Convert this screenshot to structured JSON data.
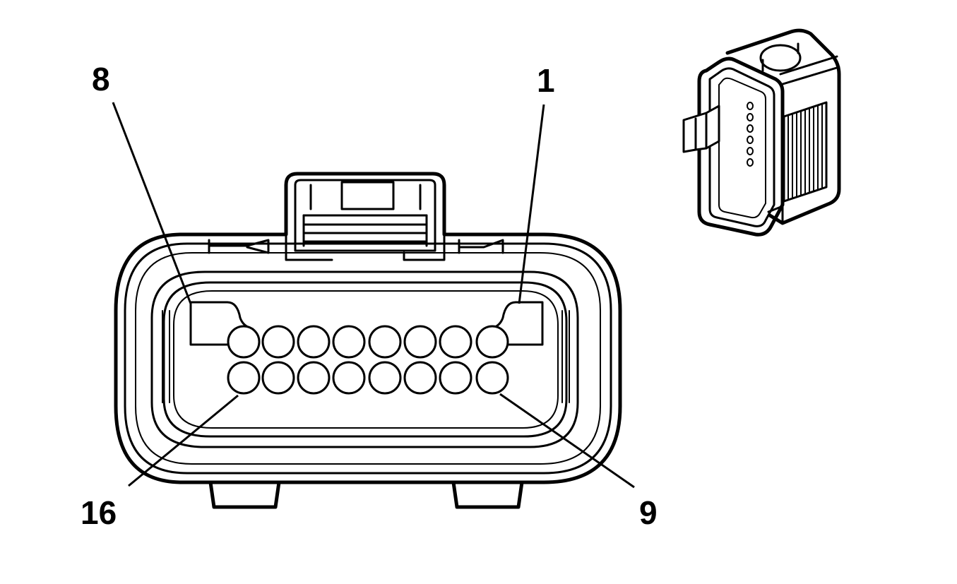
{
  "labels": {
    "pin_8": "8",
    "pin_1": "1",
    "pin_16": "16",
    "pin_9": "9"
  },
  "connector": {
    "cavity_count": 16,
    "rows": 2,
    "cavities_per_row": 8
  }
}
